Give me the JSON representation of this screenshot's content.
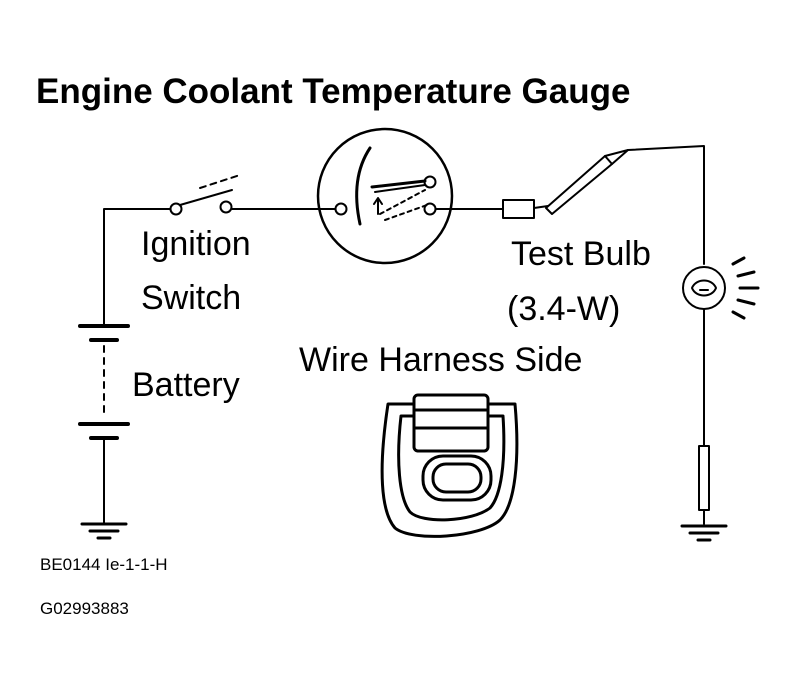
{
  "title": "Engine Coolant Temperature Gauge",
  "labels": {
    "ignition_line1": "Ignition",
    "ignition_line2": "Switch",
    "battery": "Battery",
    "test_bulb_line1": "Test Bulb",
    "test_bulb_line2": "(3.4-W)",
    "wire_harness_side": "Wire Harness Side"
  },
  "codes": {
    "ref_code": "BE0144 Ie-1-1-H",
    "figure_id": "G02993883"
  }
}
